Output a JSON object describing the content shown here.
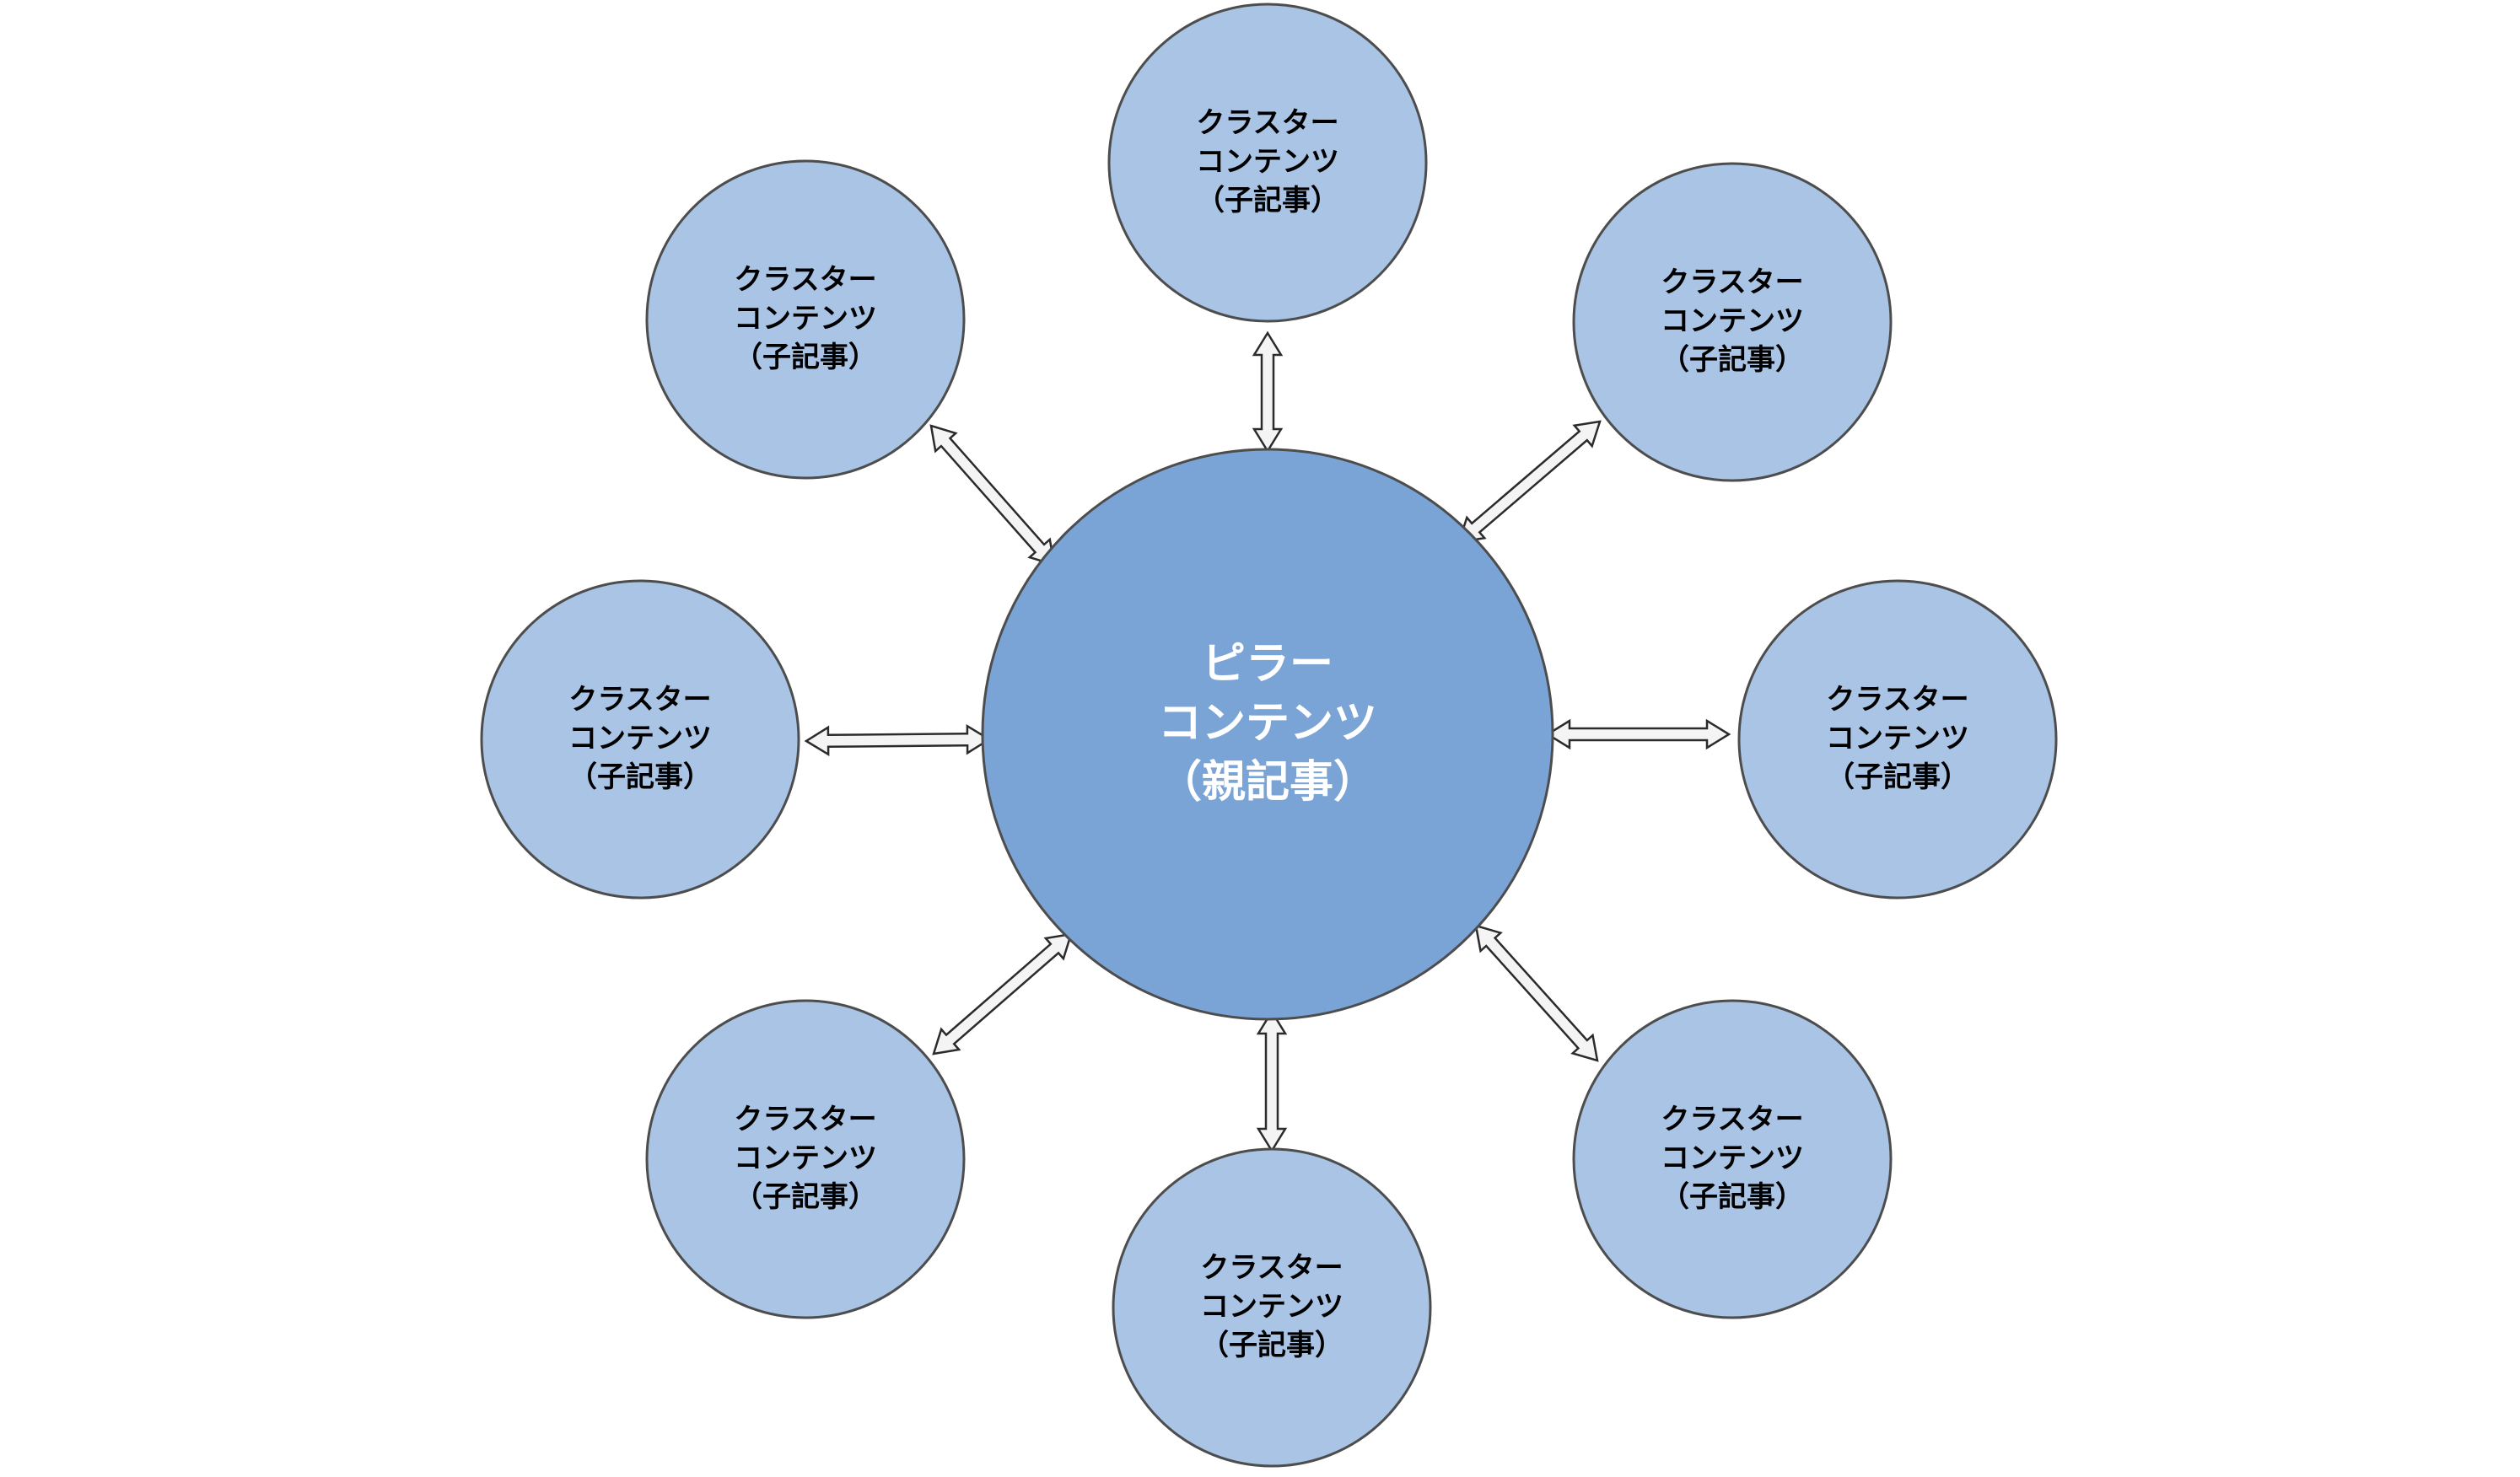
{
  "colors": {
    "pillar_fill": "#7ba4d6",
    "cluster_fill": "#a9c4e4",
    "outline": "#4d4d4d",
    "pillar_text": "#ffffff",
    "cluster_text": "#000000",
    "arrow_fill": "#f4f4f4",
    "arrow_stroke": "#2b2b2b"
  },
  "pillar": {
    "lines": [
      "ピラー",
      "コンテンツ",
      "（親記事）"
    ]
  },
  "clusters": [
    {
      "id": "top",
      "lines": [
        "クラスター",
        "コンテンツ",
        "（子記事）"
      ]
    },
    {
      "id": "top-right",
      "lines": [
        "クラスター",
        "コンテンツ",
        "（子記事）"
      ]
    },
    {
      "id": "right",
      "lines": [
        "クラスター",
        "コンテンツ",
        "（子記事）"
      ]
    },
    {
      "id": "bottom-right",
      "lines": [
        "クラスター",
        "コンテンツ",
        "（子記事）"
      ]
    },
    {
      "id": "bottom",
      "lines": [
        "クラスター",
        "コンテンツ",
        "（子記事）"
      ]
    },
    {
      "id": "bottom-left",
      "lines": [
        "クラスター",
        "コンテンツ",
        "（子記事）"
      ]
    },
    {
      "id": "left",
      "lines": [
        "クラスター",
        "コンテンツ",
        "（子記事）"
      ]
    },
    {
      "id": "top-left",
      "lines": [
        "クラスター",
        "コンテンツ",
        "（子記事）"
      ]
    }
  ],
  "connectors": [
    {
      "id": "top",
      "direction": "bidirectional"
    },
    {
      "id": "top-right",
      "direction": "bidirectional"
    },
    {
      "id": "right",
      "direction": "bidirectional"
    },
    {
      "id": "bottom-right",
      "direction": "bidirectional"
    },
    {
      "id": "bottom",
      "direction": "bidirectional"
    },
    {
      "id": "bottom-left",
      "direction": "bidirectional"
    },
    {
      "id": "left",
      "direction": "bidirectional"
    },
    {
      "id": "top-left",
      "direction": "bidirectional"
    }
  ]
}
